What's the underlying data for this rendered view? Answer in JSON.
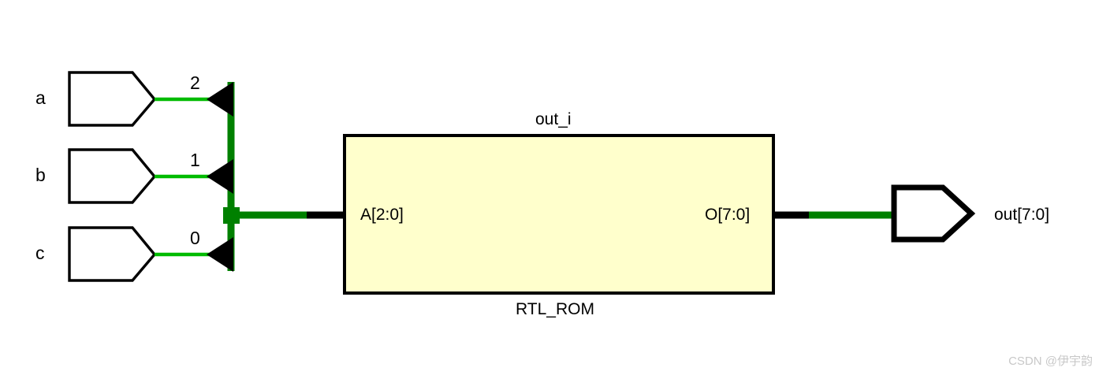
{
  "diagram": {
    "title_instance": "out_i",
    "cell_type": "RTL_ROM",
    "colors": {
      "wire_thin": "#00bb00",
      "bus": "#008000",
      "block_fill": "#ffffcc",
      "block_border": "#000000",
      "port_border": "#000000",
      "watermark": "#c8c8c8"
    }
  },
  "inputs": [
    {
      "label": "a",
      "bit_index": "2"
    },
    {
      "label": "b",
      "bit_index": "1"
    },
    {
      "label": "c",
      "bit_index": "0"
    }
  ],
  "block": {
    "instance_label": "out_i",
    "type_label": "RTL_ROM",
    "input_pin": "A[2:0]",
    "output_pin": "O[7:0]"
  },
  "outputs": [
    {
      "label": "out[7:0]"
    }
  ],
  "watermark": {
    "text": "CSDN @伊宇韵"
  }
}
